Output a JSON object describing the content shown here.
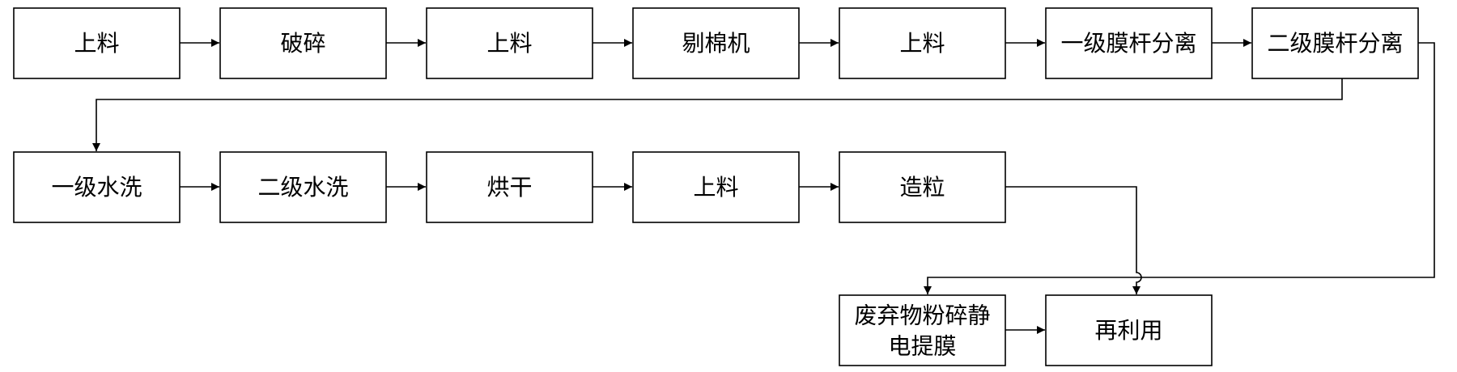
{
  "diagram": {
    "nodes": [
      {
        "id": "n1",
        "label": "上料"
      },
      {
        "id": "n2",
        "label": "破碎"
      },
      {
        "id": "n3",
        "label": "上料"
      },
      {
        "id": "n4",
        "label": "剔棉机"
      },
      {
        "id": "n5",
        "label": "上料"
      },
      {
        "id": "n6",
        "label": "一级膜杆分离"
      },
      {
        "id": "n7",
        "label": "二级膜杆分离"
      },
      {
        "id": "n8",
        "label": "一级水洗"
      },
      {
        "id": "n9",
        "label": "二级水洗"
      },
      {
        "id": "n10",
        "label": "烘干"
      },
      {
        "id": "n11",
        "label": "上料"
      },
      {
        "id": "n12",
        "label": "造粒"
      },
      {
        "id": "n13",
        "label_line1": "废弃物粉碎静",
        "label_line2": "电提膜"
      },
      {
        "id": "n14",
        "label": "再利用"
      }
    ],
    "edges": [
      {
        "from": "n1",
        "to": "n2"
      },
      {
        "from": "n2",
        "to": "n3"
      },
      {
        "from": "n3",
        "to": "n4"
      },
      {
        "from": "n4",
        "to": "n5"
      },
      {
        "from": "n5",
        "to": "n6"
      },
      {
        "from": "n6",
        "to": "n7"
      },
      {
        "from": "n7",
        "to": "n8"
      },
      {
        "from": "n8",
        "to": "n9"
      },
      {
        "from": "n9",
        "to": "n10"
      },
      {
        "from": "n10",
        "to": "n11"
      },
      {
        "from": "n11",
        "to": "n12"
      },
      {
        "from": "n12",
        "to": "n14"
      },
      {
        "from": "n7",
        "to": "n13"
      },
      {
        "from": "n13",
        "to": "n14"
      }
    ]
  }
}
